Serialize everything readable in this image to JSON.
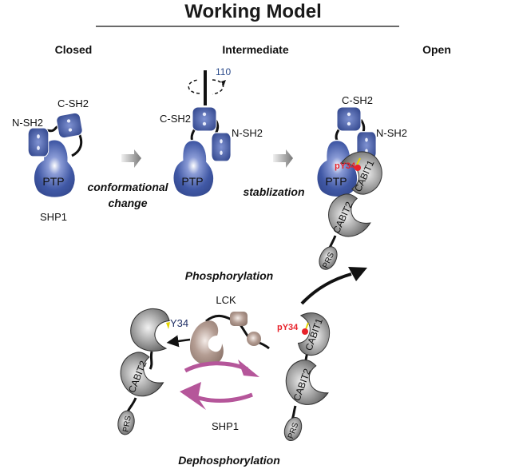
{
  "title": "Working Model",
  "states": {
    "closed": "Closed",
    "intermediate": "Intermediate",
    "open": "Open"
  },
  "labels": {
    "n_sh2": "N-SH2",
    "c_sh2": "C-SH2",
    "ptp": "PTP",
    "shp1": "SHP1",
    "rotation": "110",
    "cabit1": "CABIT1",
    "cabit2": "CABIT2",
    "prs": "PRS",
    "py34": "pY34",
    "y34": "Y34",
    "lck": "LCK"
  },
  "transitions": {
    "conformational_1": "conformational",
    "conformational_2": "change",
    "stabilization": "stablization",
    "phosphorylation": "Phosphorylation",
    "dephosphorylation": "Dephosphorylation"
  },
  "colors": {
    "shp1_domains": "#3f58a6",
    "adaptor_domains": "#6b6b6b",
    "lck": "#a08a80",
    "phospho_site": "#e8222a",
    "cycle_arrows": "#b5569a"
  }
}
